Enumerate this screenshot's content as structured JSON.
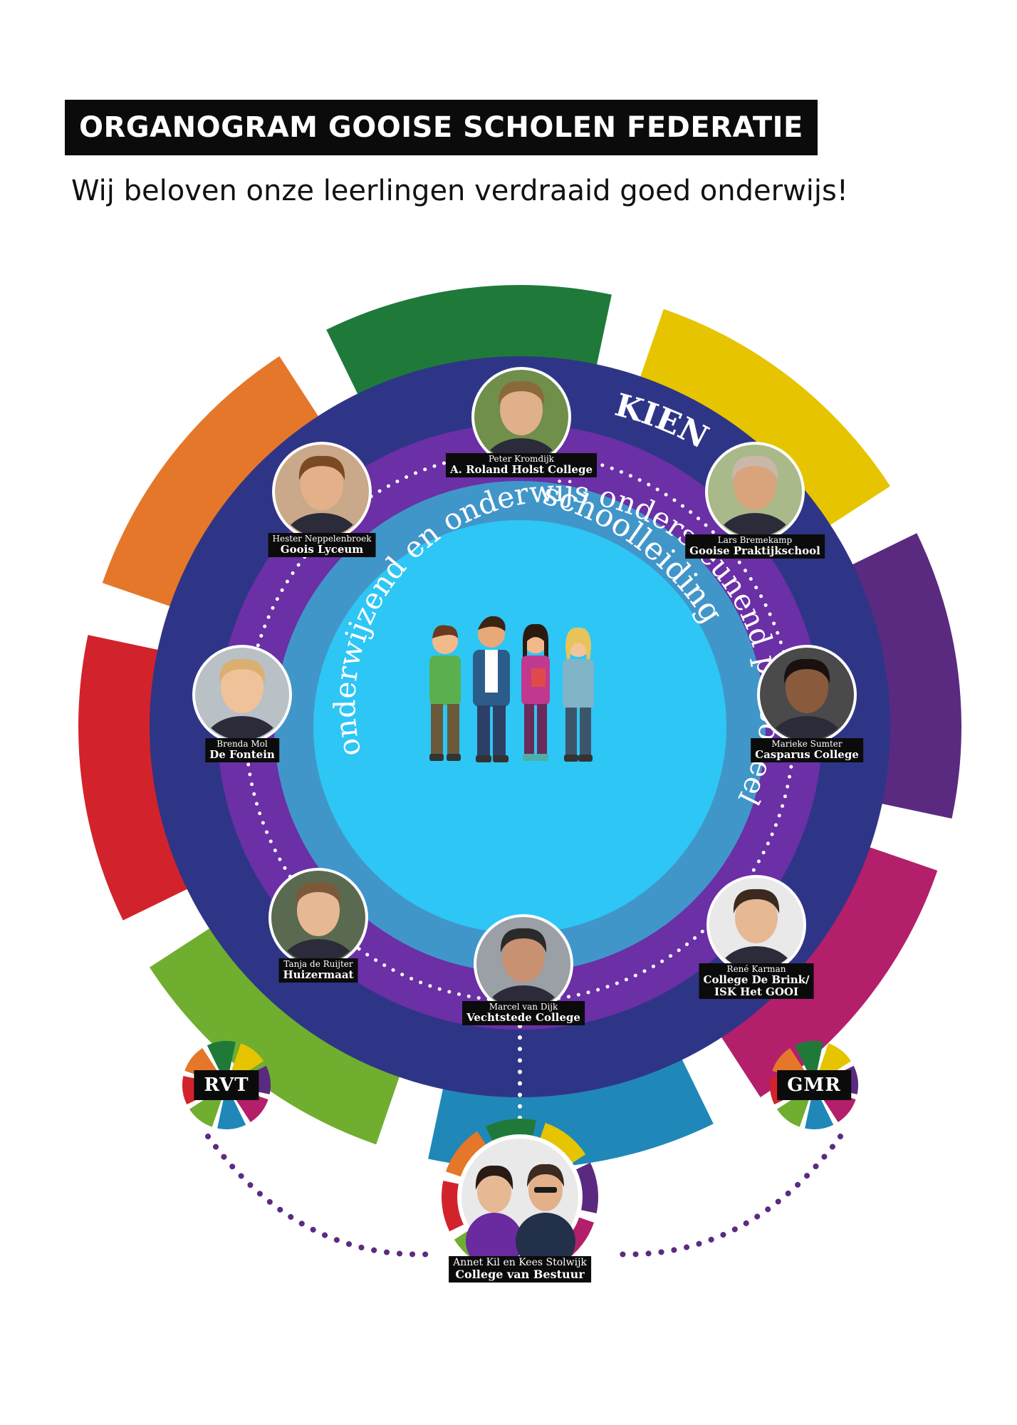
{
  "header": {
    "title": "ORGANOGRAM GOOISE SCHOLEN FEDERATIE",
    "subtitle": "Wij beloven onze leerlingen verdraaid goed onderwijs!"
  },
  "rings": {
    "outer_label": "KIEN",
    "middle_label": "schoolleiding",
    "inner_label": "onderwijzend en onderwijs ondersteunend personeel"
  },
  "colors": {
    "outer_ring": "#2f3586",
    "purple_ring": "#6b2fa6",
    "blue_ring": "#4196c9",
    "center": "#2ec6f5",
    "petal_green_dark": "#1f7a3a",
    "petal_yellow": "#e6c400",
    "petal_purple": "#5a2a80",
    "petal_magenta": "#b31f6a",
    "petal_teal": "#1f88b8",
    "petal_green_light": "#6fae2f",
    "petal_red": "#d2232c",
    "petal_orange": "#e5772a"
  },
  "people": [
    {
      "name": "Peter Kromdijk",
      "school": "A. Roland Holst College"
    },
    {
      "name": "Lars Bremekamp",
      "school": "Gooise Praktijkschool"
    },
    {
      "name": "Marieke Sumter",
      "school": "Casparus College"
    },
    {
      "name": "René Karman",
      "school": "College De Brink/",
      "school2": "ISK Het GOOI"
    },
    {
      "name": "Marcel van Dijk",
      "school": "Vechtstede College"
    },
    {
      "name": "Tanja de Ruijter",
      "school": "Huizermaat"
    },
    {
      "name": "Brenda Mol",
      "school": "De Fontein"
    },
    {
      "name": "Hester Neppelenbroek",
      "school": "Goois Lyceum"
    }
  ],
  "board": {
    "names": "Annet Kil en Kees Stolwijk",
    "title": "College van Bestuur",
    "left": "RVT",
    "right": "GMR"
  }
}
